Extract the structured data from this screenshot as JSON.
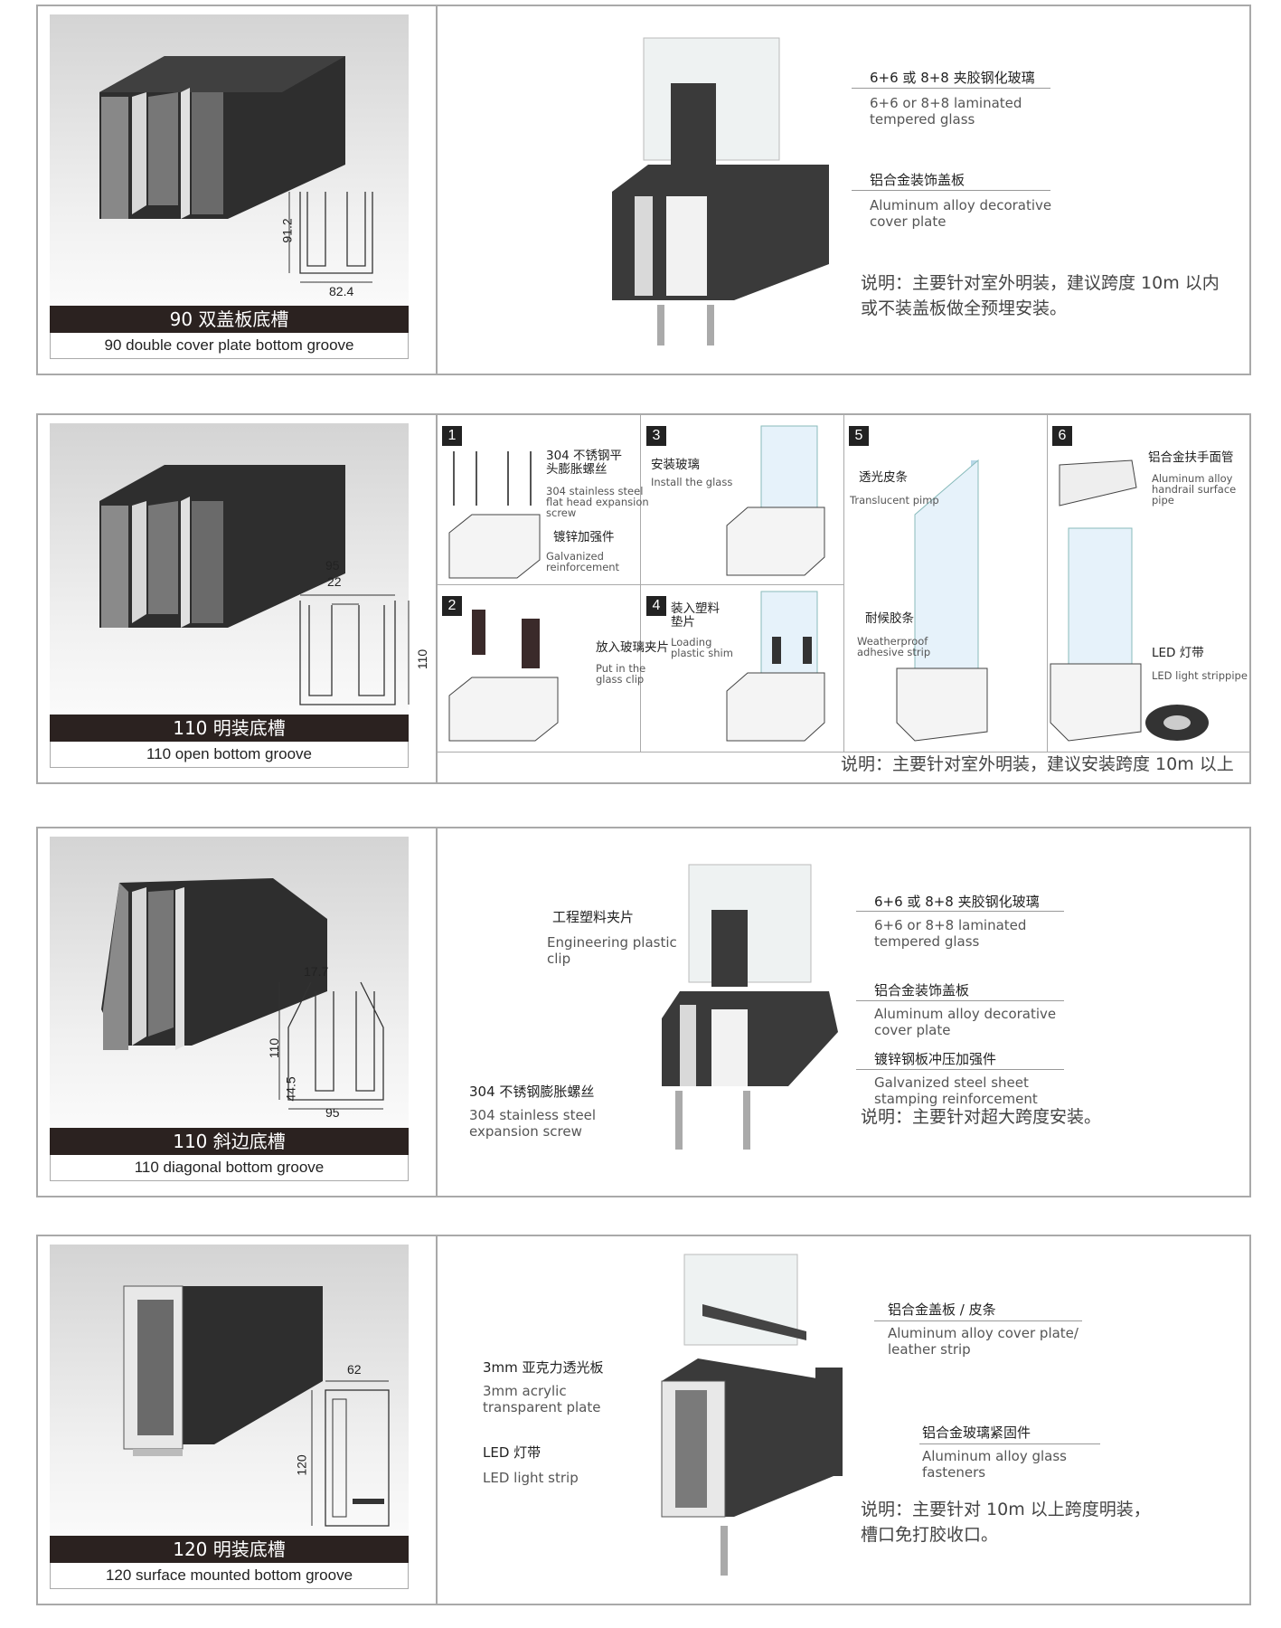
{
  "sections": [
    {
      "caption_zh": "90 双盖板底槽",
      "caption_en": "90 double cover plate bottom groove",
      "dims": {
        "height": "91.2",
        "width": "82.4"
      },
      "labels": [
        {
          "zh": "6+6 或 8+8 夹胶钢化玻璃",
          "en": "6+6 or 8+8 laminated\ntempered glass"
        },
        {
          "zh": "铝合金装饰盖板",
          "en": "Aluminum alloy decorative\ncover plate"
        }
      ],
      "note": "说明：主要针对室外明装，建议跨度 10m 以内\n      或不装盖板做全预埋安装。"
    },
    {
      "caption_zh": "110 明装底槽",
      "caption_en": "110 open bottom groove",
      "dims": {
        "width": "95",
        "inner": "22",
        "height": "110"
      },
      "steps": [
        {
          "num": "1",
          "labels": [
            {
              "zh": "304 不锈钢平\n头膨胀螺丝",
              "en": "304 stainless steel\nflat head expansion\nscrew"
            },
            {
              "zh": "镀锌加强件",
              "en": "Galvanized\nreinforcement"
            }
          ]
        },
        {
          "num": "2",
          "labels": [
            {
              "zh": "放入玻璃夹片",
              "en": "Put in the\nglass clip"
            }
          ]
        },
        {
          "num": "3",
          "labels": [
            {
              "zh": "安装玻璃",
              "en": "Install the glass"
            }
          ]
        },
        {
          "num": "4",
          "labels": [
            {
              "zh": "装入塑料\n垫片",
              "en": "Loading\nplastic  shim"
            }
          ]
        },
        {
          "num": "5",
          "labels": [
            {
              "zh": "透光皮条",
              "en": "Translucent pimp"
            },
            {
              "zh": "耐候胶条",
              "en": "Weatherproof\nadhesive strip"
            }
          ]
        },
        {
          "num": "6",
          "labels": [
            {
              "zh": "铝合金扶手面管",
              "en": "Aluminum alloy\nhandrail surface\npipe"
            },
            {
              "zh": "LED 灯带",
              "en": "LED light strippipe"
            }
          ]
        }
      ],
      "note": "说明：主要针对室外明装，建议安装跨度 10m 以上"
    },
    {
      "caption_zh": "110 斜边底槽",
      "caption_en": "110 diagonal bottom groove",
      "dims": {
        "top": "17.7",
        "height": "110",
        "inner": "44.5",
        "width": "95"
      },
      "labels": [
        {
          "zh": "工程塑料夹片",
          "en": "Engineering plastic\nclip"
        },
        {
          "zh": "6+6 或 8+8 夹胶钢化玻璃",
          "en": "6+6 or 8+8 laminated\ntempered glass"
        },
        {
          "zh": "铝合金装饰盖板",
          "en": "Aluminum alloy decorative\ncover plate"
        },
        {
          "zh": "镀锌钢板冲压加强件",
          "en": "Galvanized steel sheet\nstamping reinforcement"
        },
        {
          "zh": "304 不锈钢膨胀螺丝",
          "en": "304 stainless steel\nexpansion screw"
        }
      ],
      "note": "说明：主要针对超大跨度安装。"
    },
    {
      "caption_zh": "120 明装底槽",
      "caption_en": "120 surface mounted bottom groove",
      "dims": {
        "width": "62",
        "height": "120"
      },
      "labels": [
        {
          "zh": "铝合金盖板 / 皮条",
          "en": "Aluminum alloy cover plate/\nleather strip"
        },
        {
          "zh": "3mm 亚克力透光板",
          "en": "3mm acrylic\ntransparent plate"
        },
        {
          "zh": "铝合金玻璃紧固件",
          "en": "Aluminum alloy glass\nfasteners"
        },
        {
          "zh": "LED 灯带",
          "en": "LED light strip"
        }
      ],
      "note": "说明：主要针对 10m 以上跨度明装，\n      槽口免打胶收口。"
    }
  ]
}
